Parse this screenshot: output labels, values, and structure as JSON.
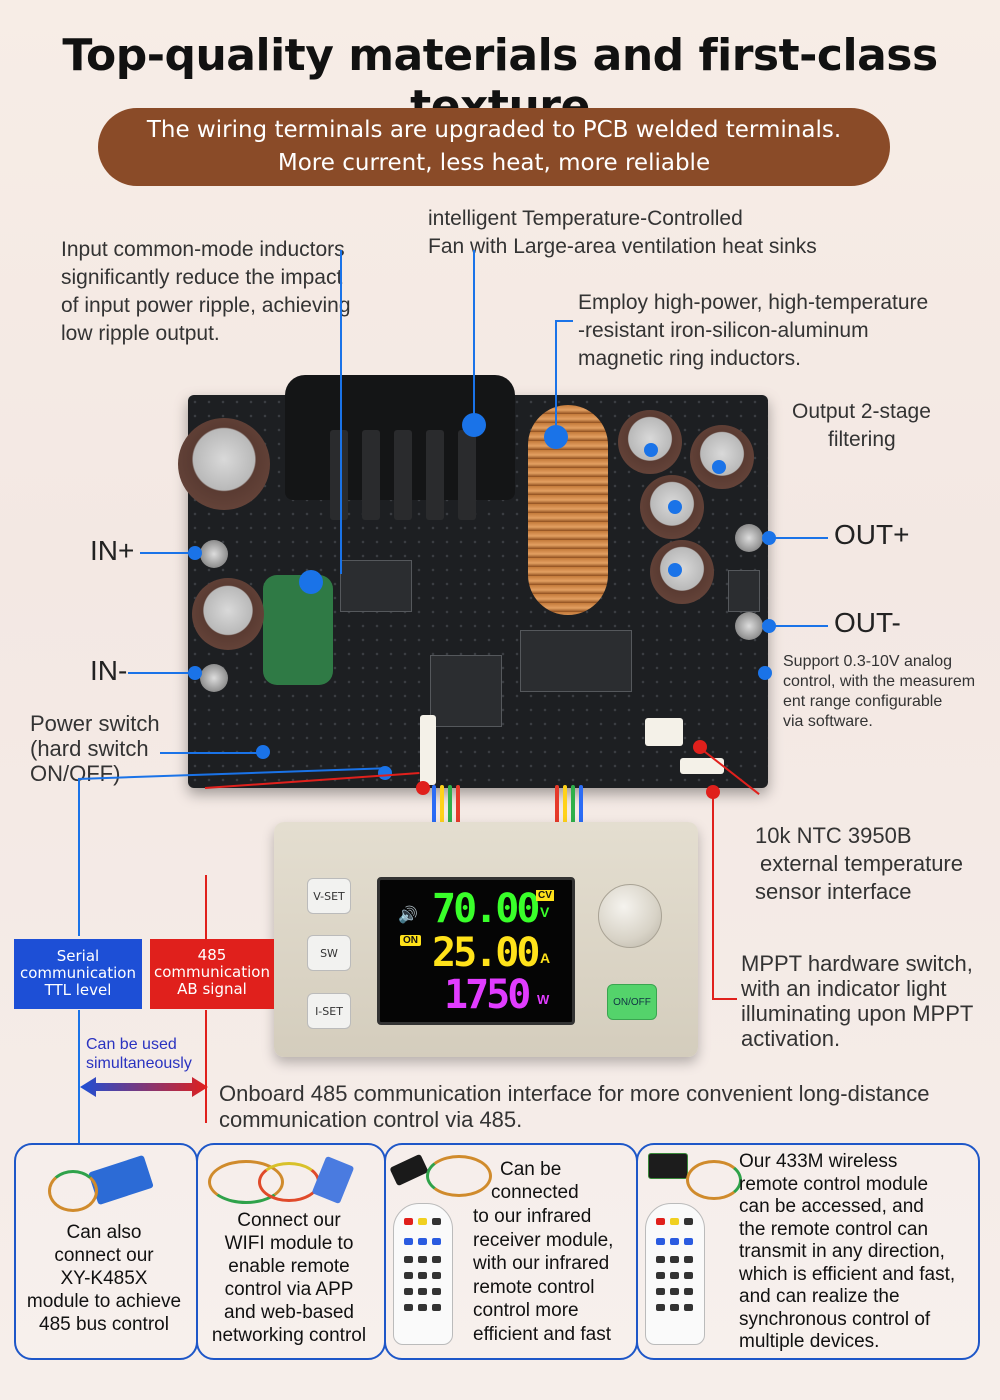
{
  "title": "Top-quality materials and first-class texture",
  "banner": {
    "line1": "The wiring terminals are upgraded to PCB welded terminals.",
    "line2": "More current, less heat, more reliable"
  },
  "callouts": {
    "inductors": [
      "Input common-mode inductors",
      "significantly reduce the impact",
      "of input power ripple, achieving",
      "low ripple output."
    ],
    "fan": [
      "intelligent Temperature-Controlled",
      "Fan with Large-area ventilation heat sinks"
    ],
    "ring": [
      "Employ high-power, high-temperature",
      "-resistant iron-silicon-aluminum",
      "magnetic ring inductors."
    ],
    "filter": [
      "Output 2-stage",
      "filtering"
    ],
    "analog": [
      "Support 0.3-10V analog",
      "control, with the measurem",
      "ent range configurable",
      "via software."
    ],
    "power_switch": [
      "Power switch",
      "(hard switch",
      "ON/OFF)"
    ],
    "ntc": [
      "10k NTC 3950B",
      "external temperature",
      "sensor interface"
    ],
    "mppt": [
      "MPPT hardware switch,",
      "with an indicator light",
      "illuminating upon MPPT",
      "activation."
    ],
    "onboard485": [
      "Onboard 485 communication interface for more convenient long-distance",
      "communication control via 485."
    ]
  },
  "terminals": {
    "in_plus": "IN+",
    "in_minus": "IN-",
    "out_plus": "OUT+",
    "out_minus": "OUT-"
  },
  "tags": {
    "serial": [
      "Serial",
      "communication",
      "TTL level"
    ],
    "rs485": [
      "485",
      "communication",
      "AB signal"
    ],
    "simul": [
      "Can be used",
      "simultaneously"
    ]
  },
  "panel": {
    "vset": "V-SET",
    "sw": "SW",
    "iset": "I-SET",
    "onoff": "ON/OFF",
    "voltage": "70.00",
    "current": "25.00",
    "power": "1750",
    "cv": "CV",
    "v_unit": "V",
    "a_unit": "A",
    "w_unit": "W",
    "on_badge": "ON"
  },
  "boxes": {
    "box1": [
      "Can also",
      "connect our",
      "XY-K485X",
      "module to achieve",
      "485 bus control"
    ],
    "box2": [
      "Connect our",
      "WIFI module to",
      "enable remote",
      "control via APP",
      "and web-based",
      "networking control"
    ],
    "box3a": [
      "Can be",
      "connected"
    ],
    "box3b": [
      "to our infrared",
      "receiver module,",
      "with our infrared",
      "remote control",
      "control more",
      "efficient and fast"
    ],
    "box4": [
      "Our 433M wireless",
      "remote control module",
      "can be accessed, and",
      "the remote control can",
      "transmit in any direction,",
      "which is efficient and fast,",
      " and can realize the",
      "synchronous control of",
      "multiple devices."
    ]
  },
  "colors": {
    "accent_blue": "#1a73e8",
    "accent_red": "#e0201c",
    "banner_brown": "#8a4b28",
    "tag_blue": "#1d4fd6",
    "tag_red": "#e0201c",
    "digit_green": "#39ff2a",
    "digit_yellow": "#ffe21a",
    "digit_magenta": "#e13cff"
  }
}
